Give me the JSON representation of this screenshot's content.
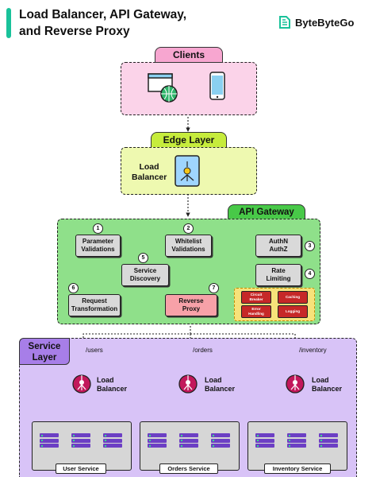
{
  "title": "Load Balancer, API Gateway,\nand Reverse Proxy",
  "brand": {
    "name": "ByteByteGo",
    "icon": "bytebytego-logo-icon"
  },
  "clients": {
    "label": "Clients",
    "icons": [
      "browser-globe-icon",
      "smartphone-icon"
    ]
  },
  "edge_layer": {
    "label": "Edge Layer",
    "load_balancer": "Load\nBalancer"
  },
  "api_gateway": {
    "label": "API Gateway",
    "steps": [
      {
        "number": "1",
        "label": "Parameter\nValidations"
      },
      {
        "number": "2",
        "label": "Whitelist\nValidations"
      },
      {
        "number": "3",
        "label": "AuthN\nAuthZ"
      },
      {
        "number": "4",
        "label": "Rate\nLimiting"
      },
      {
        "number": "5",
        "label": "Service\nDiscovery"
      },
      {
        "number": "6",
        "label": "Request\nTransformation"
      },
      {
        "number": "7",
        "label": "Reverse\nProxy"
      }
    ],
    "policies": [
      "Circuit\nBreaker",
      "Caching",
      "Error\nHandling",
      "Logging"
    ]
  },
  "service_layer": {
    "label": "Service\nLayer",
    "routes": [
      "/users",
      "/orders",
      "/inventory"
    ],
    "load_balancer": "Load\nBalancer",
    "services": [
      "User Service",
      "Orders Service",
      "Inventory Service"
    ]
  },
  "colors": {
    "accent": "#19c29a",
    "clients_fill": "#fbd3e9",
    "clients_tab": "#f7a6d0",
    "edge_fill": "#eef9b0",
    "edge_tab": "#c6ec3c",
    "gateway_fill": "#8fe08a",
    "gateway_tab": "#48c948",
    "service_fill": "#d8c3f7",
    "service_tab": "#a77ee8",
    "server": "#6c3fc4"
  }
}
